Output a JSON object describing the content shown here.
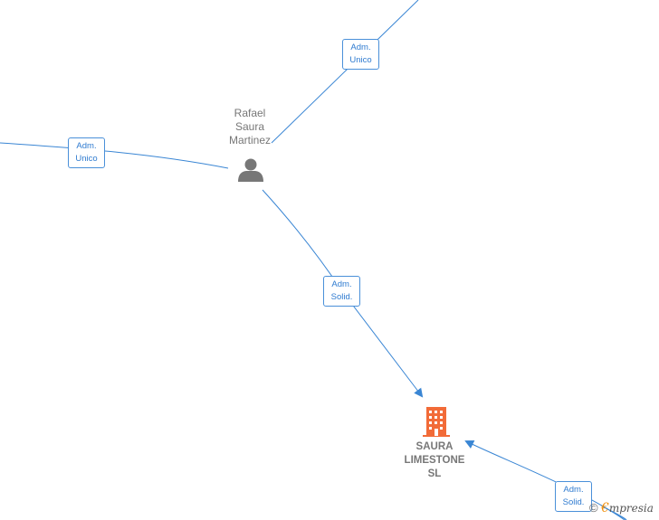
{
  "person": {
    "lines": [
      "Rafael",
      "Saura",
      "Martinez"
    ]
  },
  "company": {
    "lines": [
      "SAURA",
      "LIMESTONE",
      "SL"
    ]
  },
  "edge_labels": [
    {
      "lines": [
        "Adm.",
        "Unico"
      ]
    },
    {
      "lines": [
        "Adm.",
        "Unico"
      ]
    },
    {
      "lines": [
        "Adm.",
        "Solid."
      ]
    },
    {
      "lines": [
        "Adm.",
        "Solid."
      ]
    }
  ],
  "brand": {
    "copyright": "©",
    "e": "€",
    "rest": "mpresia"
  },
  "colors": {
    "edge": "#3a86d4",
    "company_icon": "#f26b38",
    "person_icon": "#777777",
    "label_border": "#4a90d9"
  },
  "icons": {
    "person": "person-icon",
    "company": "building-icon"
  }
}
